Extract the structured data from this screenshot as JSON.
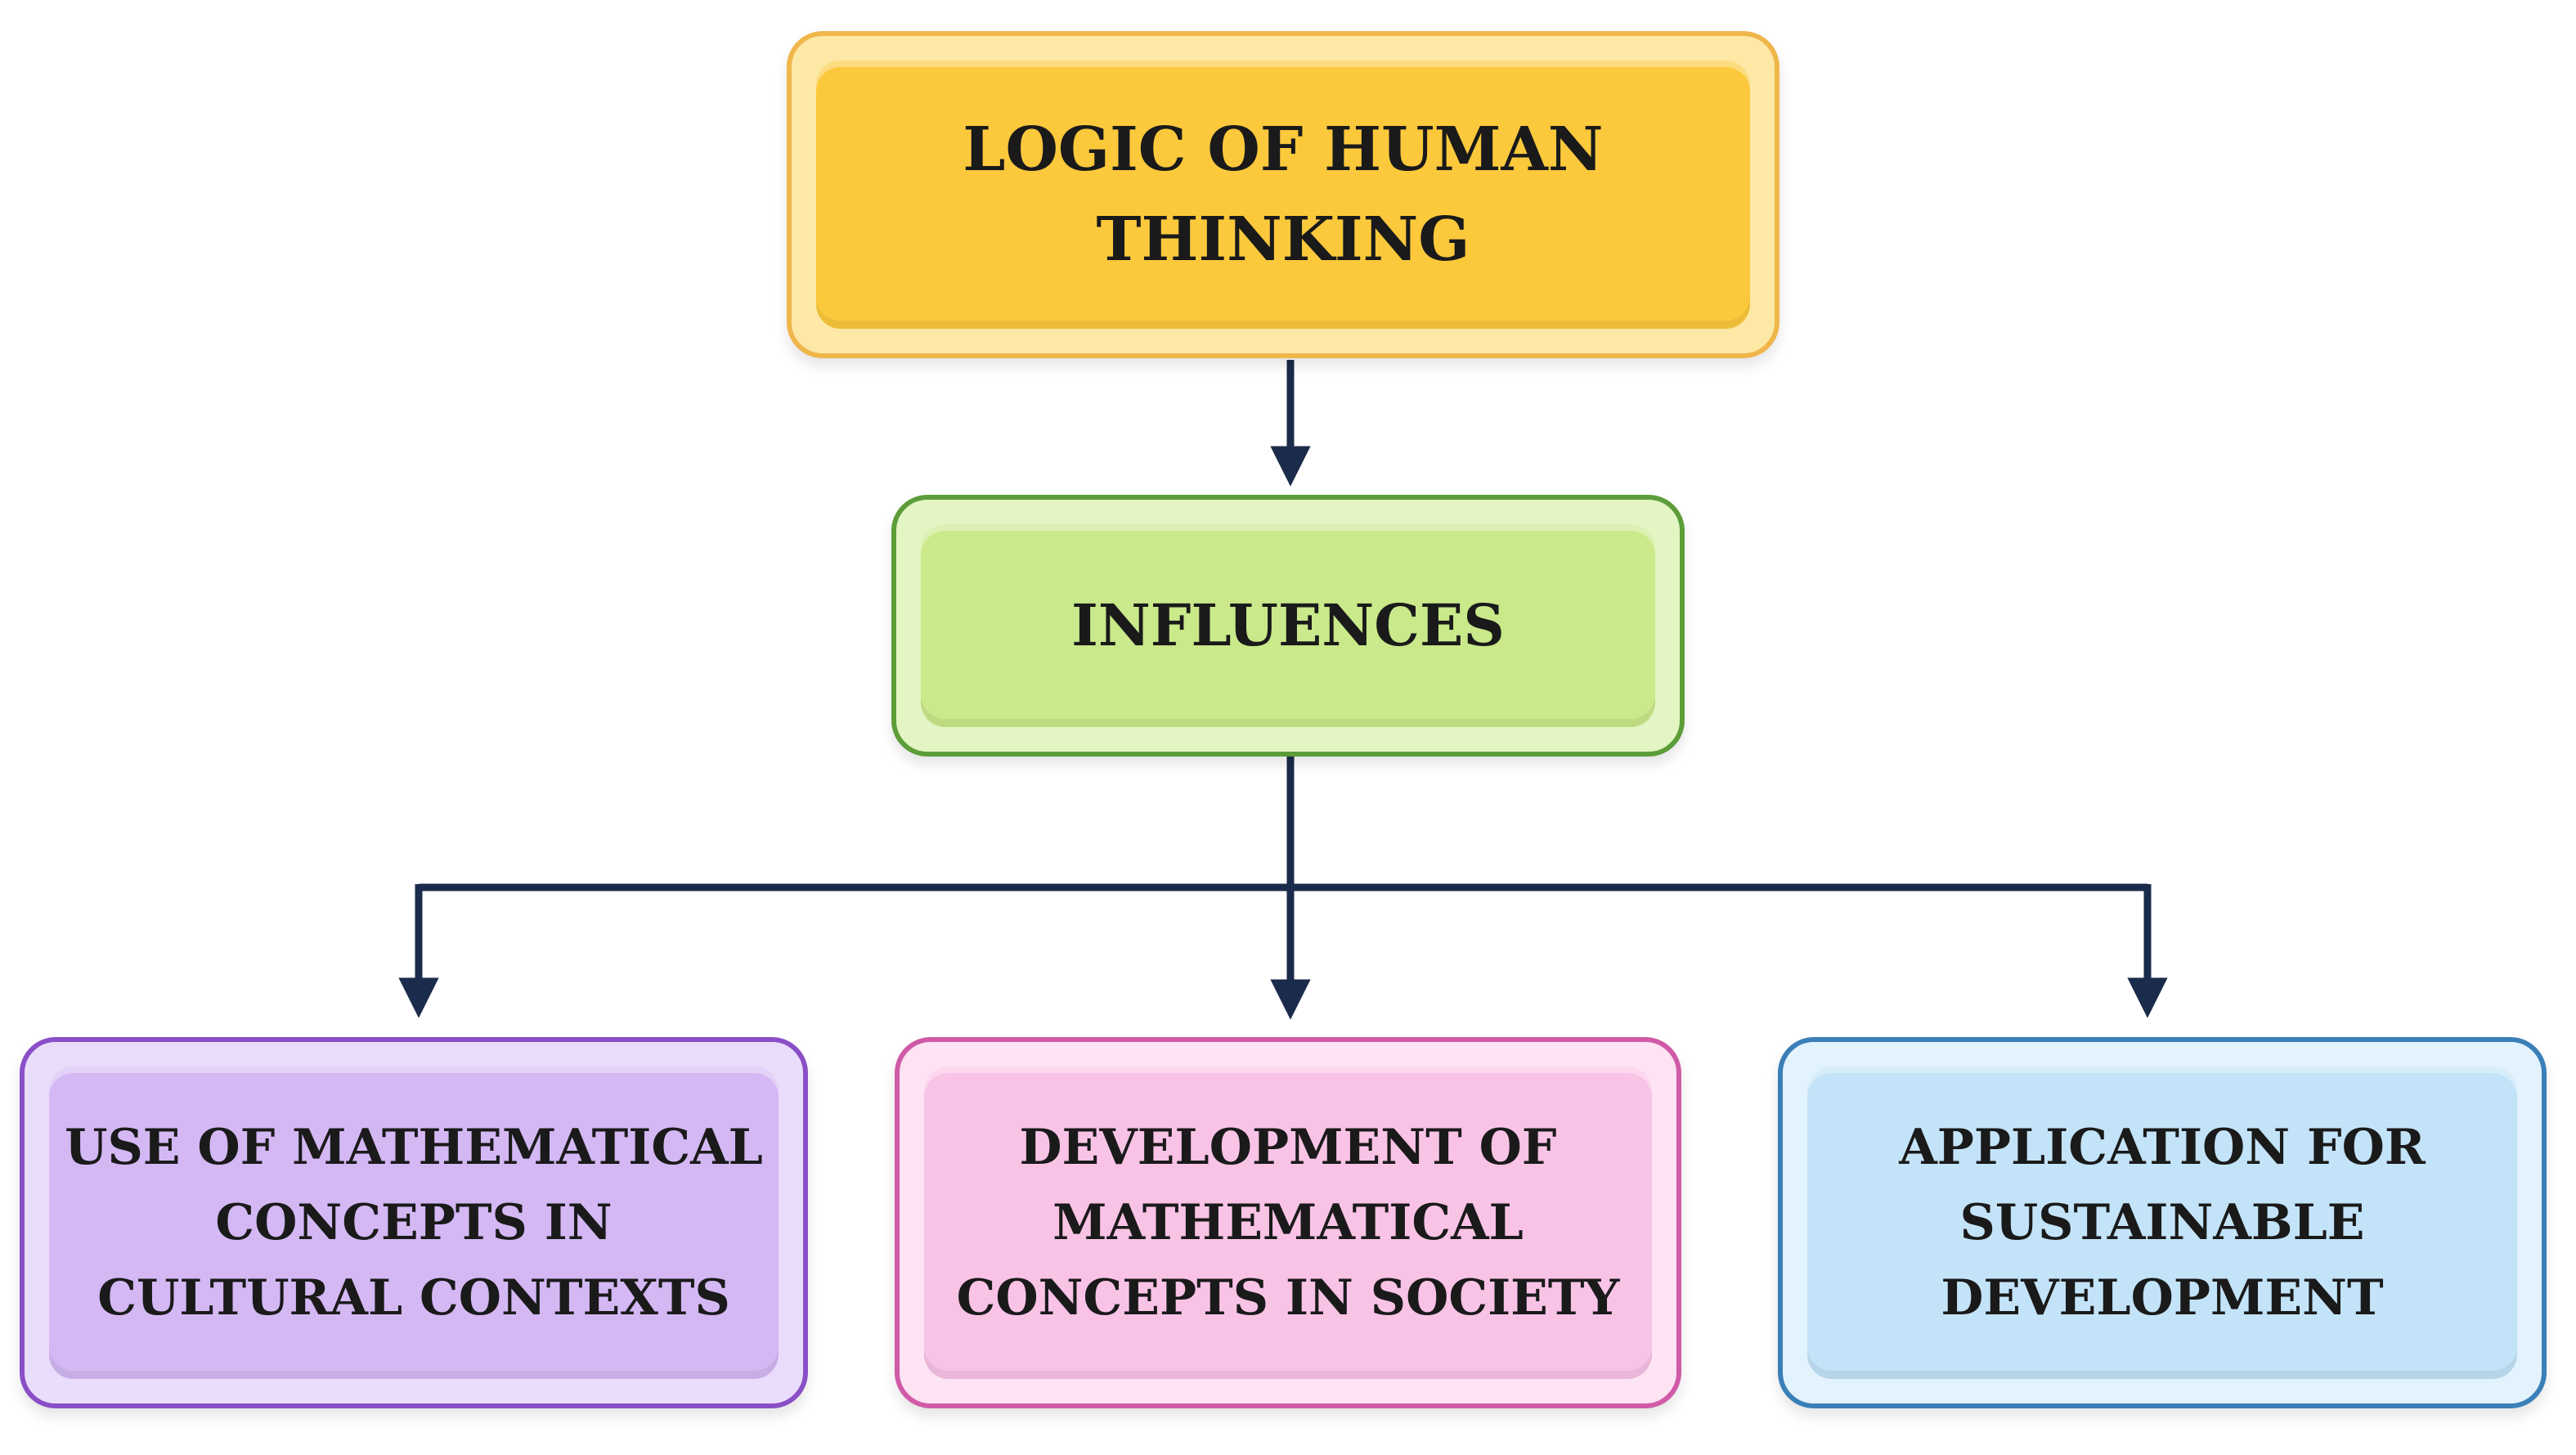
{
  "diagram": {
    "root": {
      "label": "LOGIC OF HUMAN THINKING"
    },
    "middle": {
      "label": "INFLUENCES"
    },
    "outcomes": [
      {
        "label": "USE OF MATHEMATICAL CONCEPTS IN CULTURAL CONTEXTS"
      },
      {
        "label": "DEVELOPMENT OF MATHEMATICAL CONCEPTS IN SOCIETY"
      },
      {
        "label": "APPLICATION FOR SUSTAINABLE DEVELOPMENT"
      }
    ]
  },
  "colors": {
    "connector": "#1b2b4b",
    "root_fill": "#fcc93c",
    "root_border": "#f0b64a",
    "middle_fill": "#c9e98a",
    "middle_border": "#5c9d3a",
    "left_fill": "#d4b8f4",
    "left_border": "#8a4fc6",
    "center_fill": "#f9c3e6",
    "center_border": "#d05aa7",
    "right_fill": "#c3e3f8",
    "right_border": "#3b7fb8"
  }
}
